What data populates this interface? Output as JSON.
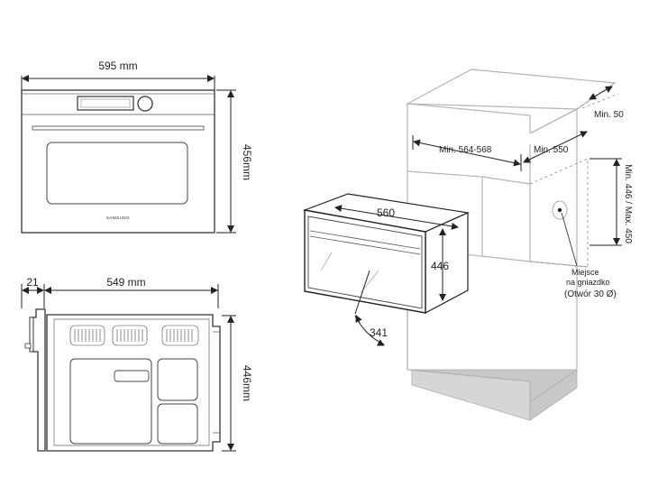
{
  "front_view": {
    "width_label": "595 mm",
    "height_label": "456mm",
    "brand_label": "SAMSUNG"
  },
  "side_view": {
    "offset_label": "21",
    "depth_label": "549 mm",
    "height_label": "446mm"
  },
  "install_view": {
    "min_top": "Min. 50",
    "width_range": "Min. 564-568",
    "min_depth": "Min. 550",
    "height_range": "Min. 446 / Max. 450",
    "oven_width": "560",
    "oven_height": "446",
    "door_depth": "341",
    "socket_label_1": "Miejsce",
    "socket_label_2": "na gniazdko",
    "socket_label_3": "(Otwór 30 Ø)"
  }
}
